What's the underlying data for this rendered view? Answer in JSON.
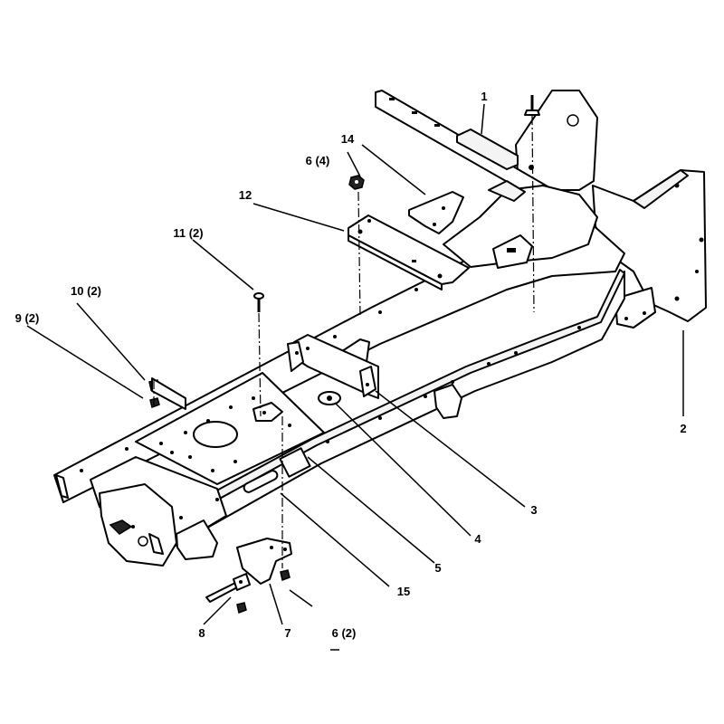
{
  "callouts": {
    "c1": "1",
    "c2": "2",
    "c3": "3",
    "c4": "4",
    "c5": "5",
    "c6_4": "6 (4)",
    "c6_2": "6 (2)",
    "c7": "7",
    "c8": "8",
    "c9": "9 (2)",
    "c10": "10 (2)",
    "c11": "11 (2)",
    "c12": "12",
    "c14": "14",
    "c15": "15"
  },
  "colors": {
    "line": "#000000",
    "background": "#ffffff"
  }
}
